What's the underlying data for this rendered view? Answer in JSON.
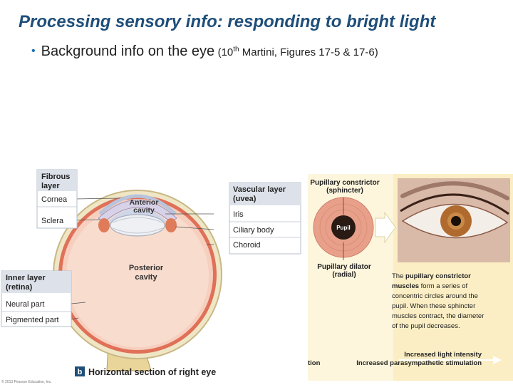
{
  "title": "Processing sensory info: responding to bright light",
  "bullet": {
    "main": "Background info on the eye",
    "paren_open": "(10",
    "sup": "th",
    "paren_rest": " Martini, Figures 17-5 & 17-6)"
  },
  "left_figure": {
    "fibrous_header_1": "Fibrous",
    "fibrous_header_2": "layer",
    "cornea": "Cornea",
    "sclera": "Sclera",
    "vascular_header_1": "Vascular layer",
    "vascular_header_2": "(uvea)",
    "iris": "Iris",
    "ciliary_body": "Ciliary body",
    "choroid": "Choroid",
    "anterior_1": "Anterior",
    "anterior_2": "cavity",
    "posterior_1": "Posterior",
    "posterior_2": "cavity",
    "inner_header_1": "Inner layer",
    "inner_header_2": "(retina)",
    "neural_part": "Neural part",
    "pigmented_part": "Pigmented part",
    "caption_letter": "b",
    "caption": "Horizontal section of right eye",
    "copyright": "© 2013 Pearson Education, Inc."
  },
  "right_figure": {
    "constrictor_1": "Pupillary constrictor",
    "constrictor_2": "(sphincter)",
    "pupil": "Pupil",
    "dilator_1": "Pupillary dilator",
    "dilator_2": "(radial)",
    "desc_1a": "The ",
    "desc_1b": "pupillary constrictor",
    "desc_2": "muscles",
    "desc_2b": " form a series of",
    "desc_3": "concentric circles around the",
    "desc_4": "pupil. When these sphincter",
    "desc_5": "muscles contract, the diameter",
    "desc_6": "of the pupil decreases.",
    "increased_light": "Increased light intensity",
    "parasympathetic": "Increased parasympathetic stimulation",
    "cut_text": "tion"
  },
  "colors": {
    "title": "#1f4e79",
    "label_box": "#dde2ea",
    "panel_bg": "#fbeec4",
    "iris_ring": "#e8a08a",
    "eye_interior": "#f8d7c4"
  }
}
